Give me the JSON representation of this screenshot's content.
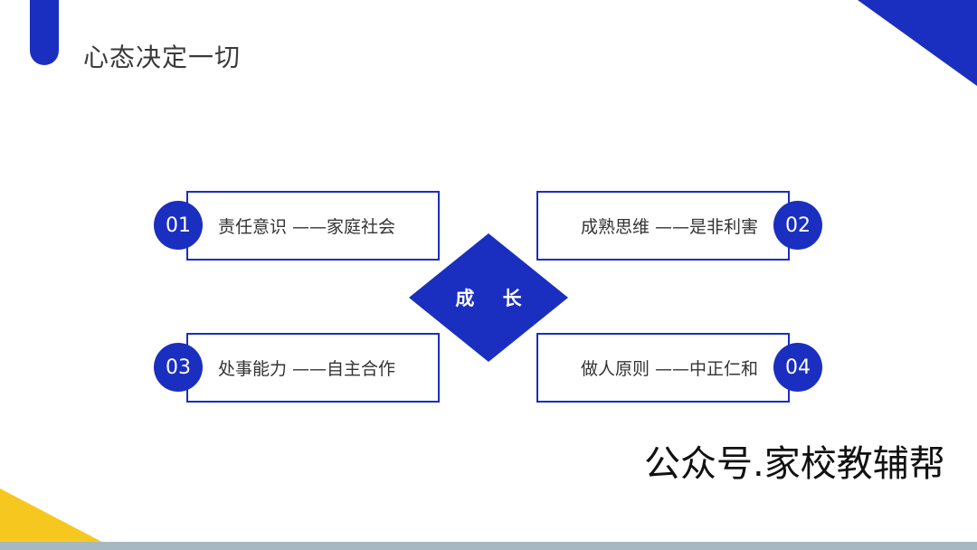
{
  "slide": {
    "title": "心态决定一切"
  },
  "center": {
    "label": "成 长"
  },
  "cards": [
    {
      "number": "01",
      "text": "责任意识 ——家庭社会"
    },
    {
      "number": "02",
      "text": "成熟思维 ——是非利害"
    },
    {
      "number": "03",
      "text": "处事能力 ——自主合作"
    },
    {
      "number": "04",
      "text": "做人原则 ——中正仁和"
    }
  ],
  "watermark": {
    "text": "公众号.家校教辅帮"
  },
  "colors": {
    "accent_blue": "#1a2fbf",
    "accent_yellow": "#f6c81f",
    "strip_gray": "#a6b8c2"
  }
}
